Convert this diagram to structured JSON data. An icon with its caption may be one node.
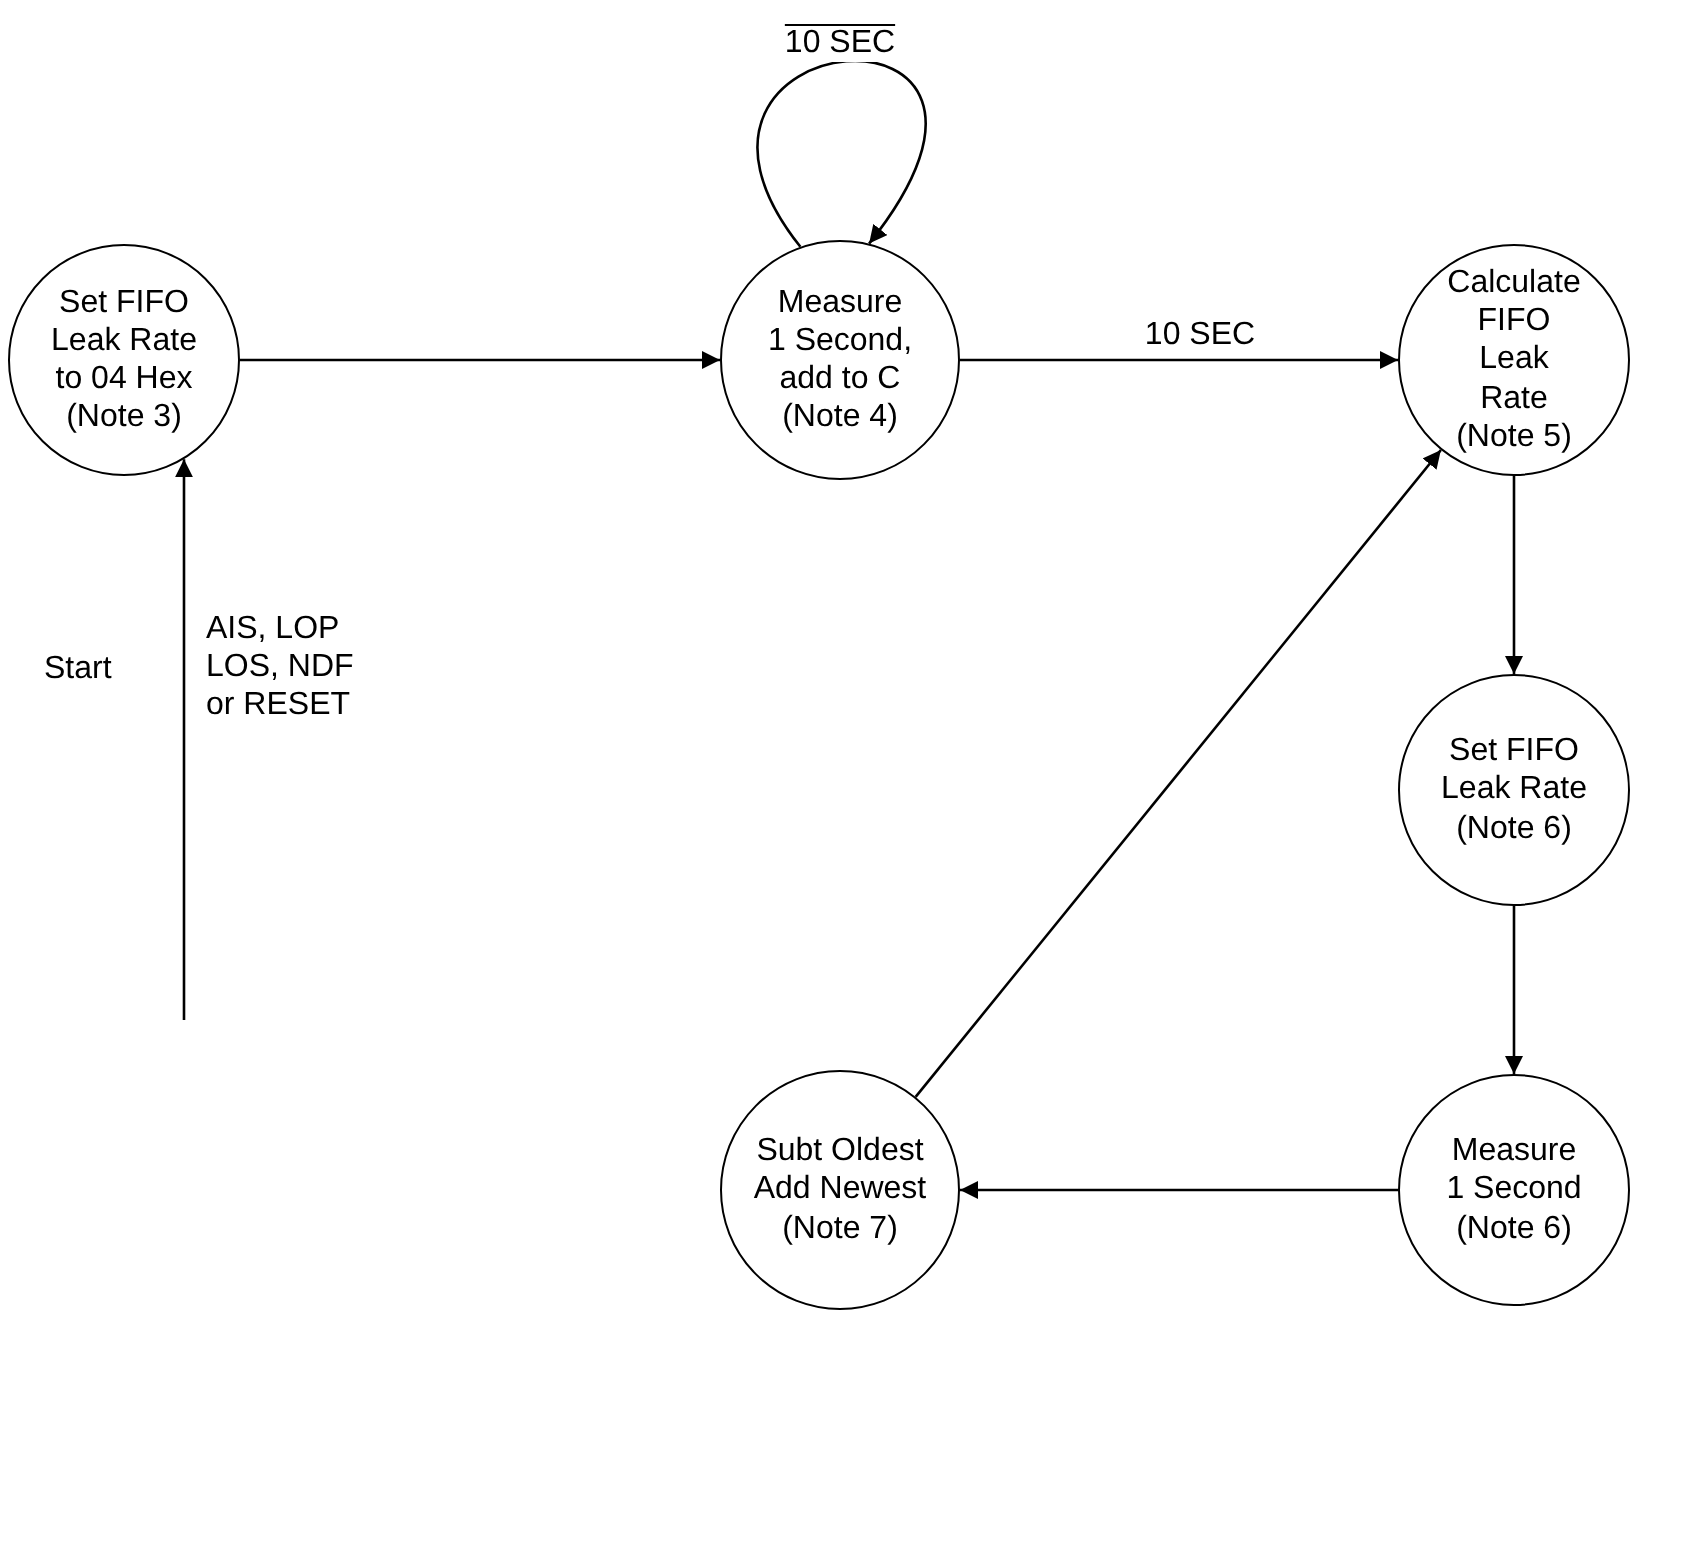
{
  "diagram": {
    "nodes": [
      {
        "text": [
          "Set FIFO Leak Rate to 04 Hex (Note 3)"
        ]
      },
      {
        "text": [
          "Measure 1 Second, add to C (Note 4)"
        ]
      },
      {
        "text": [
          "Calculate FIFO Leak Rate (Note 5)"
        ]
      },
      {
        "text": [
          "Set FIFO Leak Rate (Note 6)"
        ]
      },
      {
        "text": [
          "Measure 1 Second (Note 6)"
        ]
      },
      {
        "text": [
          "Subt Oldest Add Newest (Note 7)"
        ]
      }
    ],
    "edges": [
      {
        "from": null,
        "to": 0,
        "arrow": "to",
        "label": "AIS, LOP LOS, NDF or RESET"
      },
      {
        "from": 0,
        "to": 1,
        "arrow": "to"
      },
      {
        "from": 1,
        "to": 1,
        "arrow": "to",
        "label": "10 SEC"
      },
      {
        "from": 1,
        "to": 2,
        "arrow": "to",
        "label": "10 SEC"
      },
      {
        "from": 2,
        "to": 3,
        "arrow": "to"
      },
      {
        "from": 3,
        "to": 4,
        "arrow": "to"
      },
      {
        "from": 4,
        "to": 5,
        "arrow": "to"
      },
      {
        "from": 5,
        "to": 2,
        "arrow": "to"
      }
    ],
    "labels": [
      "Start"
    ]
  }
}
